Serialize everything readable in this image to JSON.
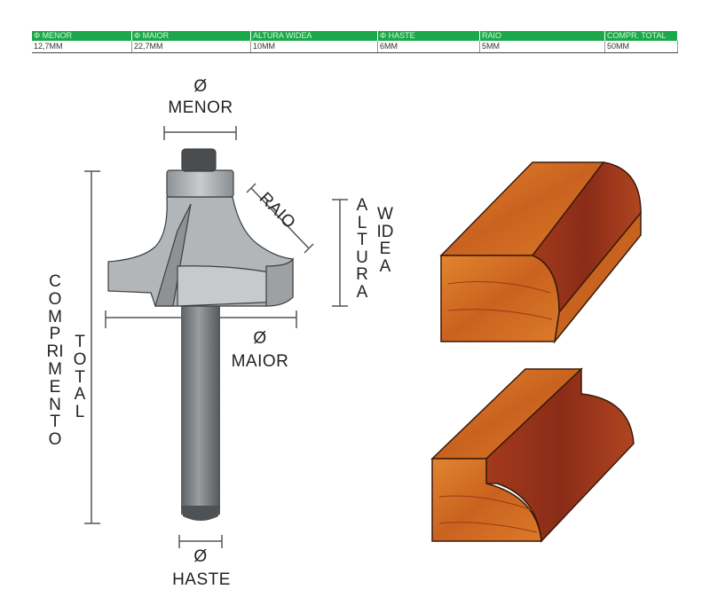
{
  "table": {
    "headers": [
      "Φ MENOR",
      "Φ MAIOR",
      "ALTURA WIDEA",
      "Φ HASTE",
      "RAIO",
      "COMPR. TOTAL"
    ],
    "rows": [
      [
        "12,7MM",
        "22,7MM",
        "10MM",
        "6MM",
        "5MM",
        "50MM"
      ]
    ],
    "header_color": "#1aa84a"
  },
  "diagram": {
    "labels": {
      "menor_symbol": "Ø",
      "menor": "MENOR",
      "maior_symbol": "Ø",
      "maior": "MAIOR",
      "haste_symbol": "Ø",
      "haste": "HASTE",
      "raio": "RAIO",
      "altura": "ALTURA",
      "widea": "WIDEA",
      "comprimento": "COMPRIMENTO",
      "total": "TOTAL"
    },
    "colors": {
      "metal": "#a9acae",
      "metal_dark": "#6f7275",
      "wood_light": "#d9752a",
      "wood_dark": "#9b3518"
    }
  }
}
